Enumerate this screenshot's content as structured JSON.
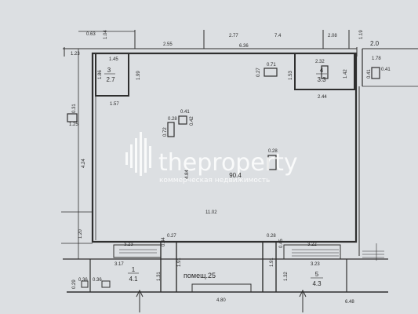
{
  "title": "помещ.25",
  "rooms": {
    "main": {
      "number": "",
      "area": "90.4"
    },
    "r1": {
      "number": "1",
      "area": "4.1"
    },
    "r3": {
      "number": "3",
      "area": "2.7"
    },
    "r4": {
      "number": "4",
      "area": "3.3"
    },
    "r5": {
      "number": "5",
      "area": "4.3"
    },
    "r2": {
      "number": "",
      "area": "2.0"
    }
  },
  "dims": {
    "d063": "0.63",
    "d104": "1.04",
    "d255": "2.55",
    "d277": "2.77",
    "d74": "7.4",
    "d208": "2.08",
    "d119": "1.19",
    "d636": "6.36",
    "d123": "1.23",
    "d145": "1.45",
    "d232": "2.32",
    "d178": "1.78",
    "d186": "1.86",
    "d199": "1.99",
    "d071": "0.71",
    "d027a": "0.27",
    "d153": "1.53",
    "d142": "1.42",
    "d041a": "0.41",
    "d041b": "0.41",
    "d157": "1.57",
    "d244": "2.44",
    "d031": "0.31",
    "d125": "1.25",
    "d041c": "0.41",
    "d028a": "0.28",
    "d072": "0.72",
    "d042": "0.42",
    "d028b": "0.28",
    "d424": "4.24",
    "d484": "4.84",
    "d1102": "11.02",
    "d120": "1.20",
    "d323": "3.23",
    "d044": "0.44",
    "d027b": "0.27",
    "d028c": "0.28",
    "d045": "0.45",
    "d322": "3.22",
    "d317": "3.17",
    "d323b": "3.23",
    "d191a": "1.91",
    "d191b": "1.91",
    "d131": "1.31",
    "d132": "1.32",
    "d029": "0.29",
    "d036a": "0.36",
    "d036b": "0.36",
    "d480": "4.80",
    "d648": "6.48"
  },
  "watermark": {
    "brand": "theproperty",
    "tagline": "коммерческая недвижимость"
  },
  "colors": {
    "line": "#2f2f2f",
    "background": "#dcdfe2",
    "watermark": "#ffffff"
  }
}
